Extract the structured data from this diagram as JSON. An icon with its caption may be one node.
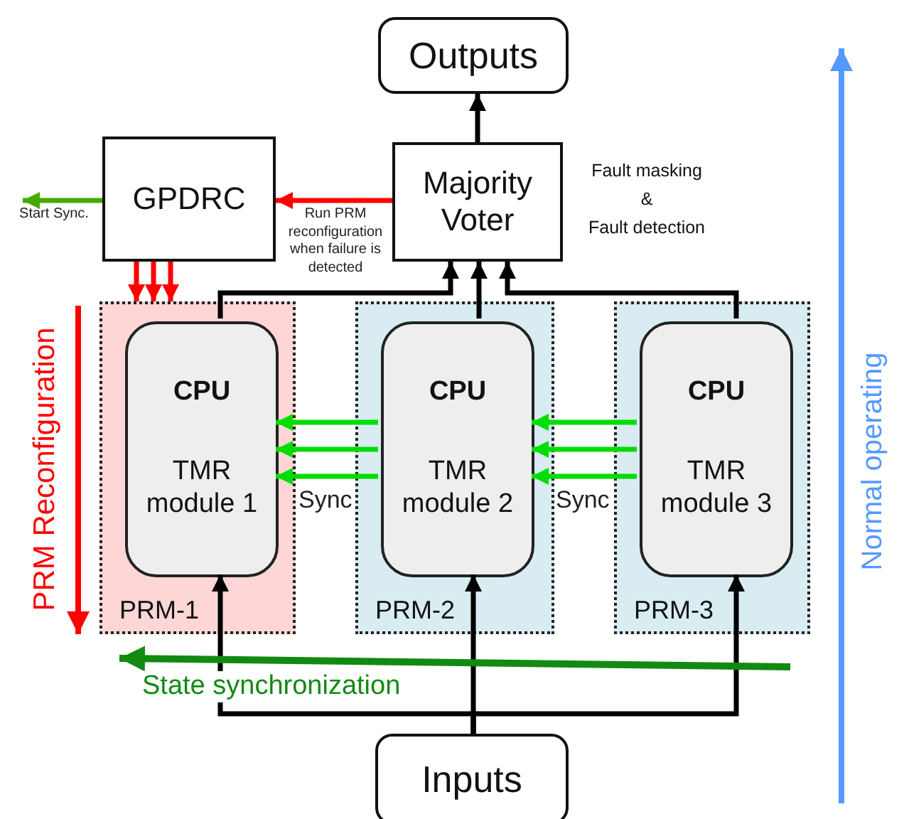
{
  "diagram": {
    "nodes": [
      {
        "text": [
          "Outputs"
        ]
      },
      {
        "text": [
          "Majority Voter"
        ],
        "beside": [
          "Fault masking",
          "&",
          "Fault detection"
        ]
      },
      {
        "text": [
          "GPDRC"
        ]
      },
      {
        "text": [
          "PRM-1"
        ]
      },
      {
        "text": [
          "CPU",
          "TMR module 1"
        ],
        "in": 3
      },
      {
        "text": [
          "PRM-2"
        ]
      },
      {
        "text": [
          "CPU",
          "TMR module 2"
        ],
        "in": 5
      },
      {
        "text": [
          "PRM-3"
        ]
      },
      {
        "text": [
          "CPU",
          "TMR module 3"
        ],
        "in": 7
      },
      {
        "text": [
          "Inputs"
        ]
      }
    ],
    "edges": [
      {
        "from": 1,
        "to": 0,
        "arrow": "to"
      },
      {
        "from": 4,
        "to": 1,
        "arrow": "to"
      },
      {
        "from": 6,
        "to": 1,
        "arrow": "to"
      },
      {
        "from": 8,
        "to": 1,
        "arrow": "to"
      },
      {
        "from": 1,
        "to": 2,
        "arrow": "to",
        "label": "Run PRM reconfiguration when failure is detected",
        "color": "#ff0000"
      },
      {
        "from": 2,
        "to": null,
        "arrow": "to",
        "label": "Start Sync.",
        "color": "#44aa00"
      },
      {
        "from": 2,
        "to": 3,
        "arrow": "to",
        "color": "#ff0000"
      },
      {
        "from": 2,
        "to": 3,
        "arrow": "to",
        "color": "#ff0000"
      },
      {
        "from": 2,
        "to": 3,
        "arrow": "to",
        "color": "#ff0000"
      },
      {
        "from": 6,
        "to": 4,
        "arrow": "to",
        "color": "#00dd00"
      },
      {
        "from": 6,
        "to": 4,
        "arrow": "to",
        "color": "#00dd00"
      },
      {
        "from": 6,
        "to": 4,
        "arrow": "to",
        "color": "#00dd00",
        "label": "Sync"
      },
      {
        "from": 8,
        "to": 6,
        "arrow": "to",
        "color": "#00dd00"
      },
      {
        "from": 8,
        "to": 6,
        "arrow": "to",
        "color": "#00dd00"
      },
      {
        "from": 8,
        "to": 6,
        "arrow": "to",
        "color": "#00dd00",
        "label": "Sync"
      },
      {
        "from": 9,
        "to": 4,
        "arrow": "to"
      },
      {
        "from": 9,
        "to": 6,
        "arrow": "to"
      },
      {
        "from": 9,
        "to": 8,
        "arrow": "to"
      }
    ],
    "labels": [
      "PRM Reconfiguration",
      "State synchronization",
      "Normal operating"
    ]
  }
}
